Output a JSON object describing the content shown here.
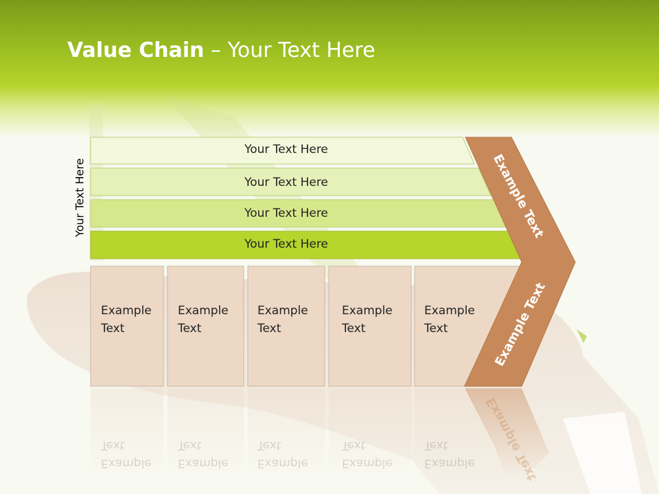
{
  "title": {
    "bold": "Value Chain",
    "rest": " – Your Text Here"
  },
  "side_label": "Your Text Here",
  "bands": [
    {
      "label": "Your Text Here",
      "color": "#f3f8dc"
    },
    {
      "label": "Your Text Here",
      "color": "#e6f0b9"
    },
    {
      "label": "Your Text Here",
      "color": "#d7e88c"
    },
    {
      "label": "Your Text Here",
      "color": "#b7d52d"
    }
  ],
  "boxes": [
    {
      "line1": "Example",
      "line2": "Text"
    },
    {
      "line1": "Example",
      "line2": "Text"
    },
    {
      "line1": "Example",
      "line2": "Text"
    },
    {
      "line1": "Example",
      "line2": "Text"
    },
    {
      "line1": "Example",
      "line2": "Text"
    }
  ],
  "chevron": {
    "upper_label": "Example Text",
    "lower_label": "Example Text",
    "color": "#c8895a"
  },
  "colors": {
    "header_green": "#9dc022",
    "box_fill": "#ecd8c5",
    "box_border": "#c9b8a6"
  }
}
